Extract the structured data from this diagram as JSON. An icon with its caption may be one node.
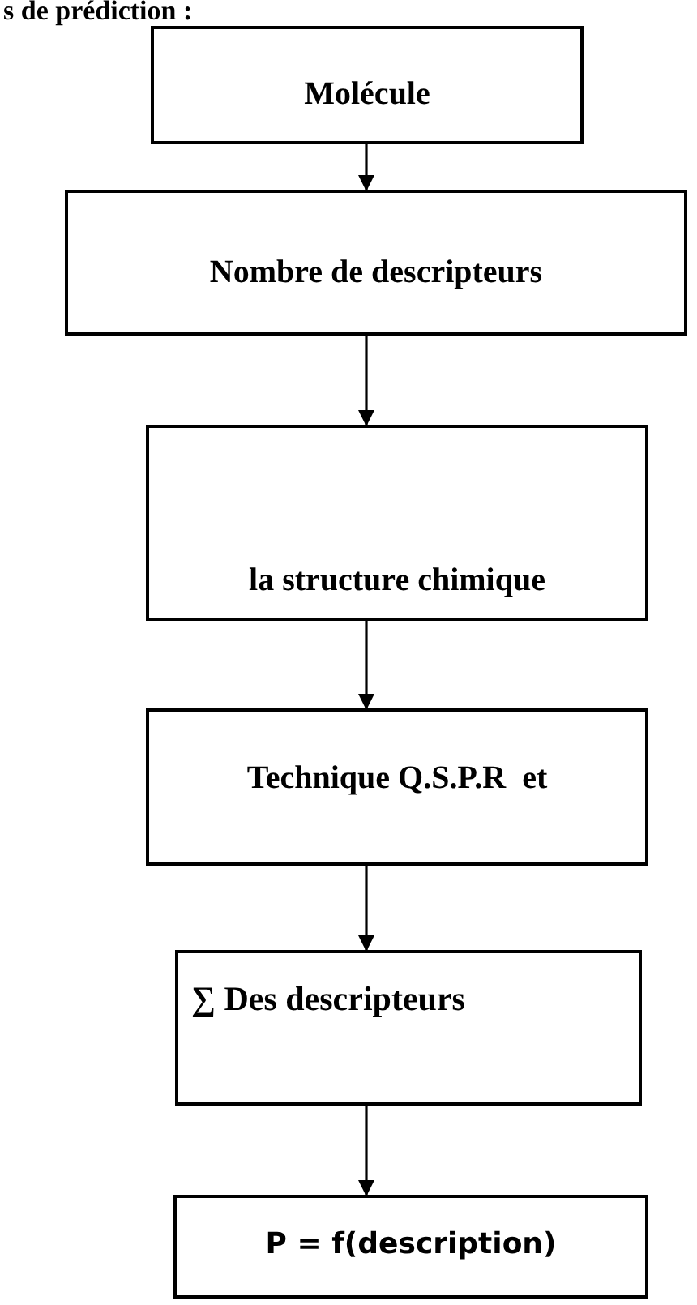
{
  "diagram": {
    "title": "s de prédiction :",
    "nodes": [
      {
        "text": [
          "Molécule"
        ]
      },
      {
        "text": [
          "Nombre de descripteurs"
        ]
      },
      {
        "text": [
          "la structure chimique"
        ]
      },
      {
        "text": [
          "Technique Q.S.P.R  et"
        ]
      },
      {
        "text": [
          "∑ Des descripteurs"
        ]
      },
      {
        "text": [
          "P = f(description)"
        ]
      }
    ],
    "edges": [
      {
        "from": 0,
        "to": 1,
        "arrow": "to"
      },
      {
        "from": 1,
        "to": 2,
        "arrow": "to"
      },
      {
        "from": 2,
        "to": 3,
        "arrow": "to"
      },
      {
        "from": 3,
        "to": 4,
        "arrow": "to"
      },
      {
        "from": 4,
        "to": 5,
        "arrow": "to"
      }
    ]
  }
}
